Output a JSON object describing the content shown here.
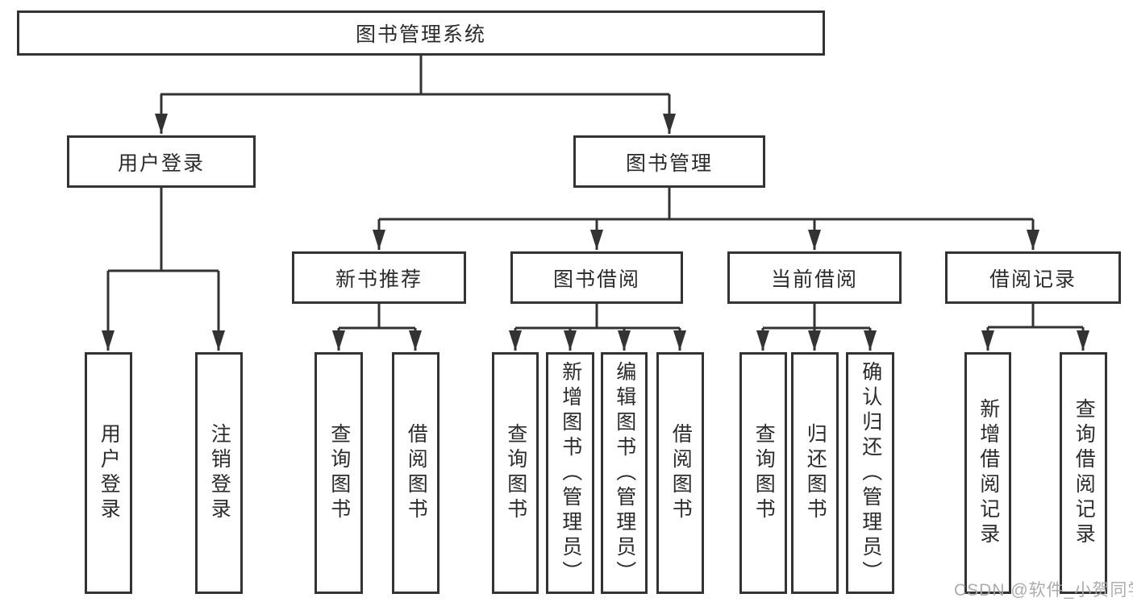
{
  "tree": {
    "root": "图书管理系统",
    "children": [
      {
        "label": "用户登录",
        "children": [
          "用户登录",
          "注销登录"
        ]
      },
      {
        "label": "图书管理",
        "children": [
          {
            "label": "新书推荐",
            "children": [
              "查询图书",
              "借阅图书"
            ]
          },
          {
            "label": "图书借阅",
            "children": [
              "查询图书",
              "新增图书（管理员）",
              "编辑图书（管理员）",
              "借阅图书"
            ]
          },
          {
            "label": "当前借阅",
            "children": [
              "查询图书",
              "归还图书",
              "确认归还（管理员）"
            ]
          },
          {
            "label": "借阅记录",
            "children": [
              "新增借阅记录",
              "查询借阅记录"
            ]
          }
        ]
      }
    ]
  },
  "watermark": {
    "text": "CSDN @软件_小贺同学"
  },
  "colors": {
    "line": "#333333",
    "text": "#2b2b2b",
    "watermark": "#a8a8a8",
    "background": "#ffffff"
  }
}
